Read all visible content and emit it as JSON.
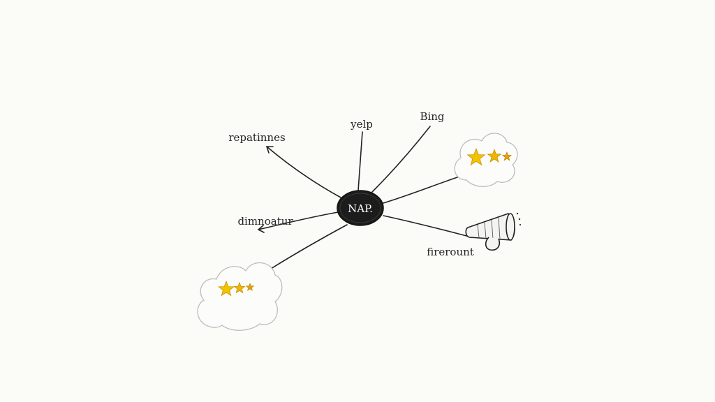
{
  "hub": {
    "label": "NAP."
  },
  "nodes": {
    "reputation": {
      "label": "repatinnes"
    },
    "yelp": {
      "label": "yelp"
    },
    "bing": {
      "label": "Bing"
    },
    "directory": {
      "label": "dimnoatur"
    },
    "foursquare": {
      "label": "firerount"
    }
  },
  "icons": {
    "cloud_right": "star-rating-cloud-icon",
    "cloud_left": "star-rating-cloud-icon",
    "megaphone": "megaphone-icon"
  },
  "colors": {
    "hub_fill": "#1c1c1c",
    "ink": "#222222",
    "star": "#f2c300"
  }
}
